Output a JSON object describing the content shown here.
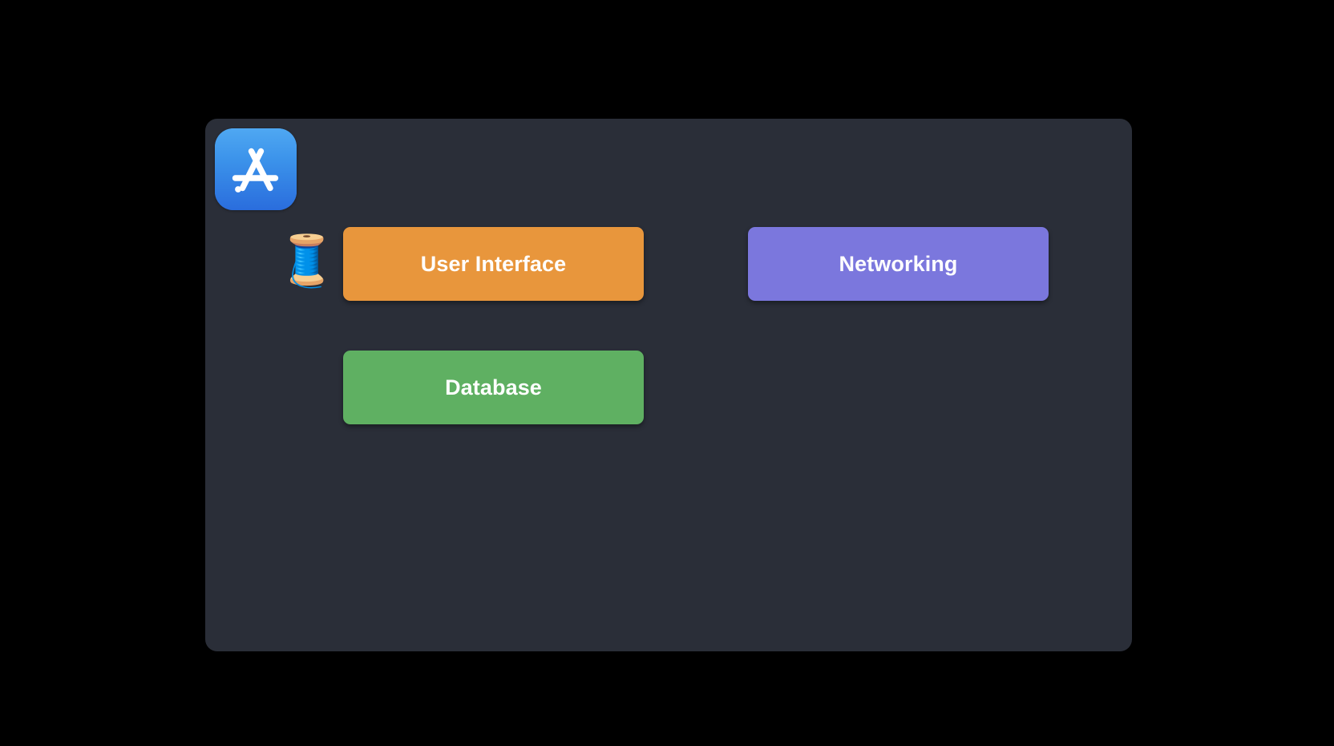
{
  "window": {
    "background_color": "#000000",
    "panel_color": "#2a2e38"
  },
  "app": {
    "icon_name": "app-store-icon",
    "icon_colors": {
      "top": "#4da4f0",
      "bottom": "#2b6fe0",
      "glyph": "#ffffff"
    }
  },
  "status": {
    "thread_indicator_icon": "thread-spool-icon",
    "thread_indicator_glyph": "🧵"
  },
  "modules": [
    {
      "id": "user-interface",
      "label": "User Interface",
      "color": "#e8963c",
      "text_color": "#ffffff"
    },
    {
      "id": "networking",
      "label": "Networking",
      "color": "#7b77dd",
      "text_color": "#ffffff"
    },
    {
      "id": "database",
      "label": "Database",
      "color": "#5fb062",
      "text_color": "#ffffff"
    }
  ]
}
